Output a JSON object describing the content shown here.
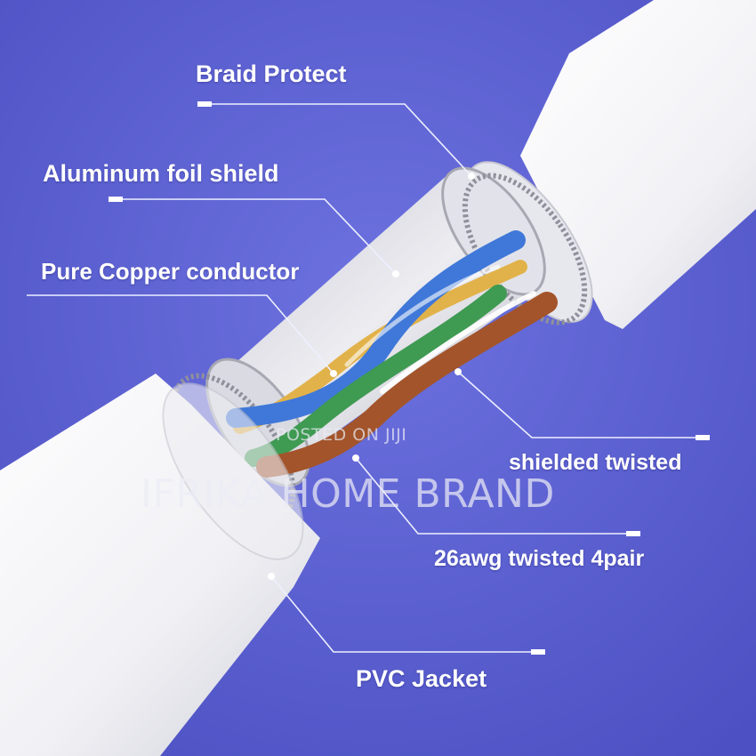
{
  "colors": {
    "background": "#5a5fd0",
    "jacket": "#f4f4f7",
    "foil": "#dcdde3",
    "braid": "#9a9aa4",
    "blue_pair": "#3f78d8",
    "yellow_pair": "#e2b24a",
    "brown_pair": "#a3542a",
    "green_pair": "#3f9a52",
    "leader": "#eef0ff"
  },
  "labels": [
    {
      "id": "braid",
      "text": "Braid Protect"
    },
    {
      "id": "foil",
      "text": "Aluminum foil shield"
    },
    {
      "id": "copper",
      "text": "Pure Copper conductor"
    },
    {
      "id": "shielded",
      "text": "shielded twisted"
    },
    {
      "id": "awg",
      "text": "26awg twisted 4pair"
    },
    {
      "id": "pvc",
      "text": "PVC Jacket"
    }
  ],
  "watermarks": {
    "posted": "POSTED ON JIJI",
    "brand": "IFRIKA HOME BRAND"
  }
}
